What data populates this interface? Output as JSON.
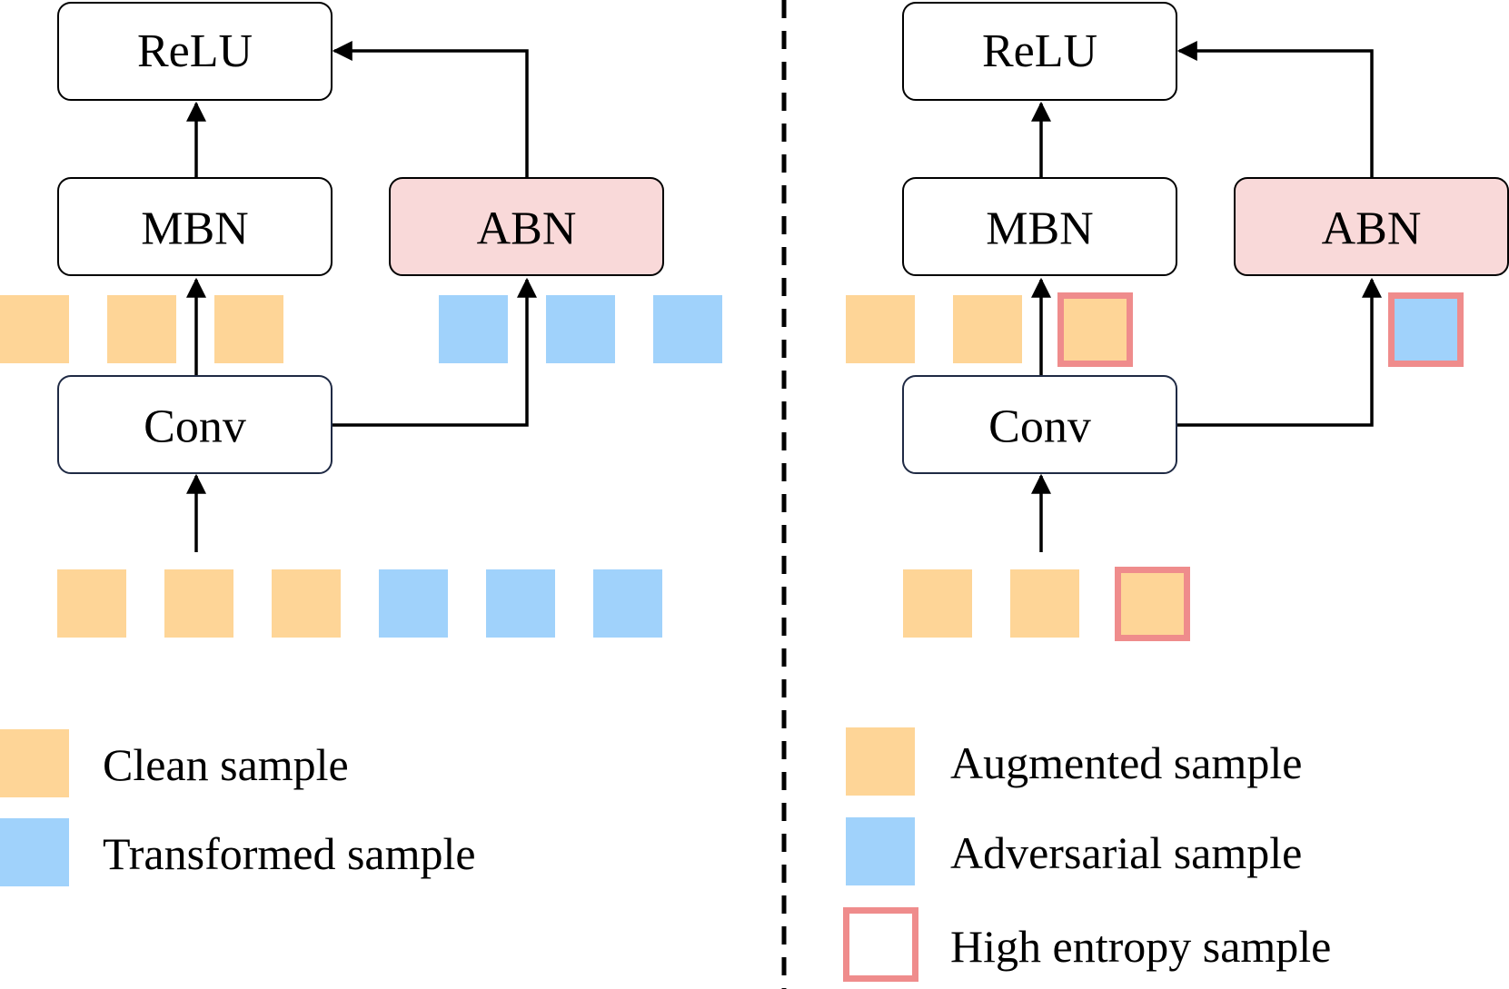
{
  "colors": {
    "clean": "#FED597",
    "transformed": "#A0D2FB",
    "abn_fill": "#F9D9D9",
    "highlight_border": "#EF8C8C",
    "box_border": "#000000",
    "conv_border": "#1F2A44",
    "arrow": "#000000"
  },
  "left": {
    "relu_label": "ReLU",
    "mbn_label": "MBN",
    "abn_label": "ABN",
    "conv_label": "Conv",
    "legend": [
      {
        "label": "Clean sample",
        "color_key": "clean"
      },
      {
        "label": "Transformed sample",
        "color_key": "transformed"
      }
    ]
  },
  "right": {
    "relu_label": "ReLU",
    "mbn_label": "MBN",
    "abn_label": "ABN",
    "conv_label": "Conv",
    "legend": [
      {
        "label": "Augmented sample",
        "color_key": "clean"
      },
      {
        "label": "Adversarial sample",
        "color_key": "transformed"
      },
      {
        "label": "High entropy sample",
        "color_key": "highlight"
      }
    ]
  }
}
